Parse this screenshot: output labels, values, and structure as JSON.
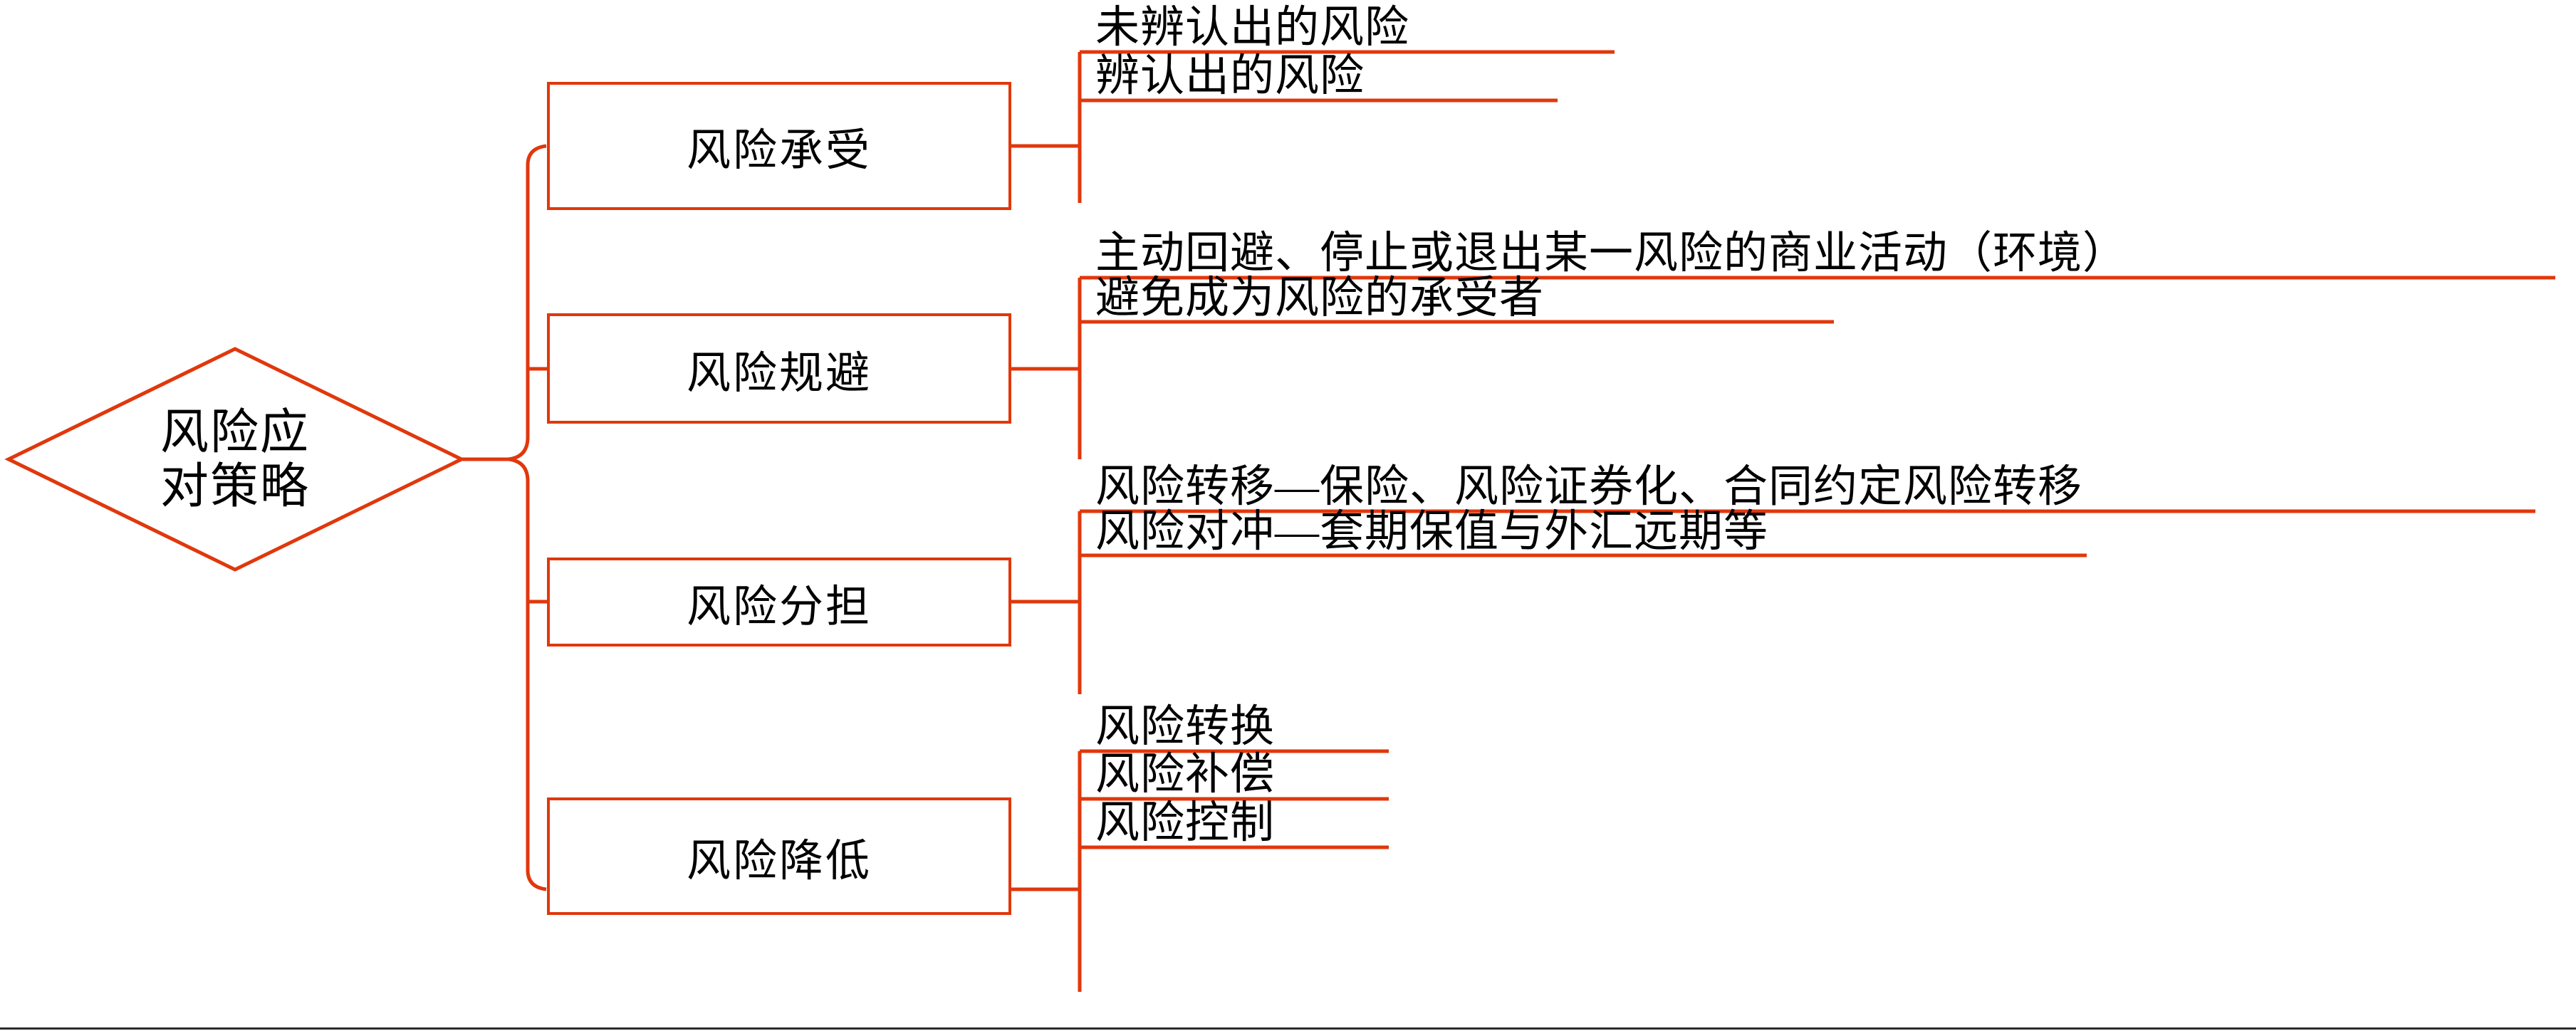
{
  "diagram": {
    "type": "mindmap",
    "title_lines": [
      "风险应",
      "对策略"
    ],
    "title_full": "风险应对策略",
    "colors": {
      "connector": "#e0380c",
      "box_border": "#e0380c",
      "text": "#000000",
      "background": "#ffffff",
      "page_rule": "#2b2b2b"
    },
    "branches": [
      {
        "label": "风险承受",
        "leaves": [
          "未辨认出的风险",
          "辨认出的风险"
        ]
      },
      {
        "label": "风险规避",
        "leaves": [
          "主动回避、停止或退出某一风险的商业活动（环境）",
          "避免成为风险的承受者"
        ]
      },
      {
        "label": "风险分担",
        "leaves": [
          "风险转移—保险、风险证券化、合同约定风险转移",
          "风险对冲—套期保值与外汇远期等"
        ]
      },
      {
        "label": "风险降低",
        "leaves": [
          "风险转换",
          "风险补偿",
          "风险控制"
        ]
      }
    ]
  }
}
